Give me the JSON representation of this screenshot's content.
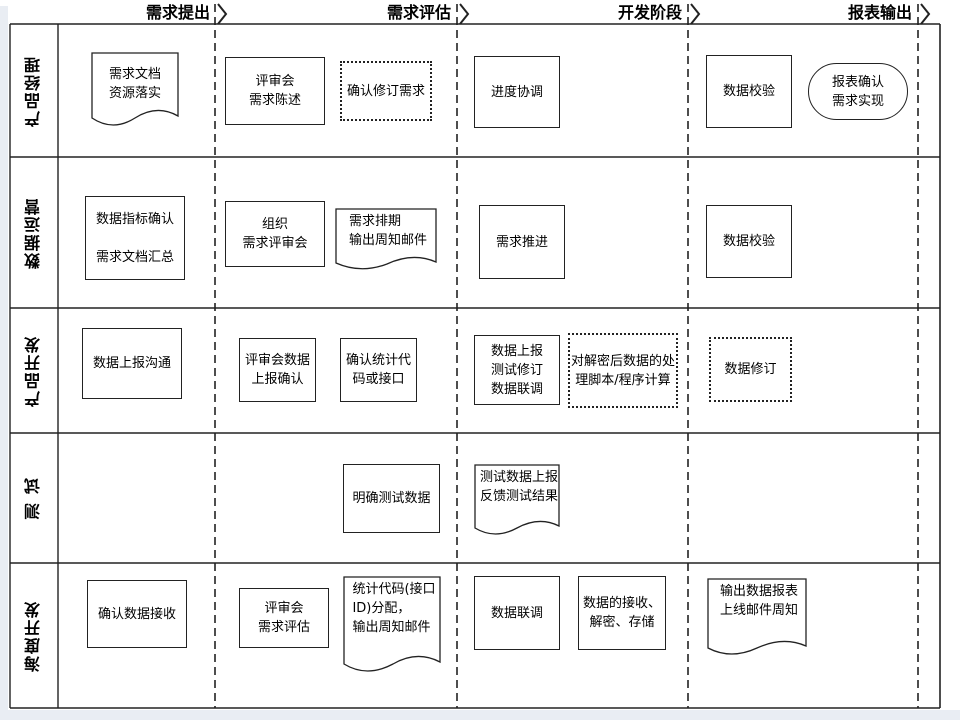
{
  "phases": [
    "需求提出",
    "需求评估",
    "开发阶段",
    "报表输出"
  ],
  "lanes": [
    "产品经理",
    "数据运营",
    "产品开发",
    "测  试",
    "海度开发"
  ],
  "lane_boxes": {
    "pm": {
      "doc_archive": "需求文档\n资源落实",
      "review_statement": "评审会\n需求陈述",
      "confirm_revise": "确认修订需求",
      "progress_coord": "进度协调",
      "data_check": "数据校验",
      "report_confirm": "报表确认\n需求实现"
    },
    "ops": {
      "metric_confirm": "数据指标确认\n\n需求文档汇总",
      "organize_review": "组织\n需求评审会",
      "schedule_mail": "需求排期\n输出周知邮件",
      "push_demand": "需求推进",
      "data_check": "数据校验"
    },
    "dev": {
      "report_comm": "数据上报沟通",
      "review_confirm": "评审会数据\n上报确认",
      "confirm_code": "确认统计代\n码或接口",
      "report_test": "数据上报\n测试修订\n数据联调",
      "decrypt_process": "对解密后数据的处\n理脚本/程序计算",
      "data_fix": "数据修订"
    },
    "test": {
      "define_data": "明确测试数据",
      "test_feedback": "测试数据上报\n反馈测试结果"
    },
    "haidu": {
      "confirm_receive": "确认数据接收",
      "review_eval": "评审会\n需求评估",
      "code_alloc": "统计代码(接口\nID)分配，\n输出周知邮件",
      "joint_debug": "数据联调",
      "receive_decrypt": "数据的接收、\n解密、存储",
      "output_report": "输出数据报表\n上线邮件周知"
    }
  }
}
